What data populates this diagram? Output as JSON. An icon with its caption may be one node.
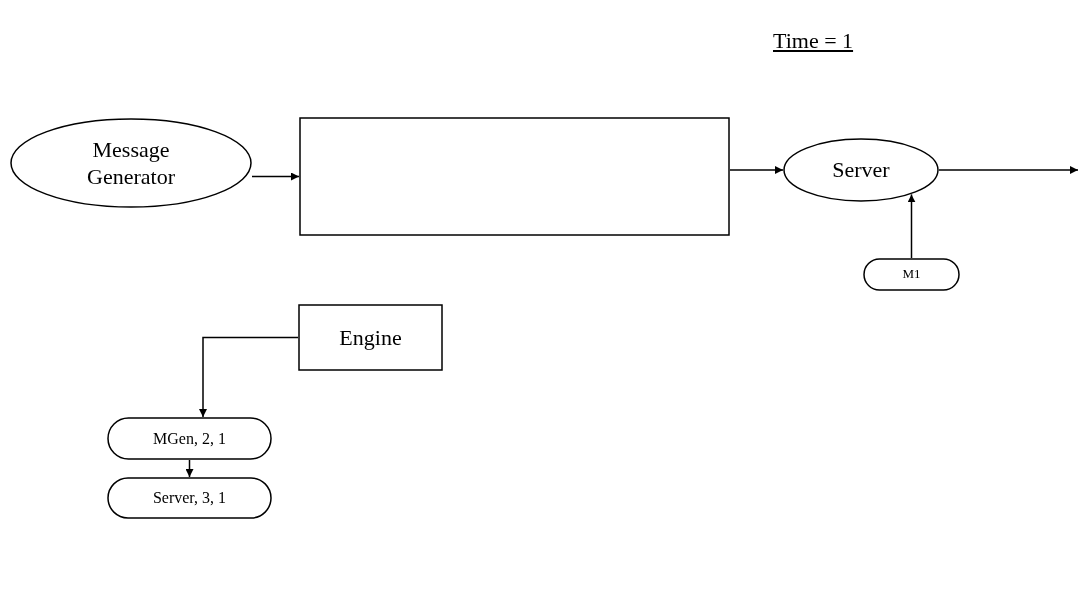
{
  "diagram": {
    "nodes": [
      {
        "text": [
          "Message Generator"
        ]
      },
      {
        "text": [],
        "shape": "box"
      },
      {
        "text": [
          "Server"
        ]
      },
      {
        "text": [
          "M1"
        ]
      },
      {
        "text": [
          "Engine"
        ]
      },
      {
        "text": [
          "MGen, 2, 1"
        ]
      },
      {
        "text": [
          "Server, 3, 1"
        ]
      }
    ],
    "edges": [
      {
        "from": 0,
        "to": 1,
        "arrow": "to"
      },
      {
        "from": 1,
        "to": 2,
        "arrow": "to"
      },
      {
        "from": 2,
        "to": null,
        "arrow": "to"
      },
      {
        "from": 3,
        "to": 2,
        "arrow": "to"
      },
      {
        "from": 4,
        "to": 5,
        "arrow": "to"
      },
      {
        "from": 5,
        "to": 6,
        "arrow": "to"
      }
    ],
    "labels": [
      "Time = 1"
    ]
  }
}
